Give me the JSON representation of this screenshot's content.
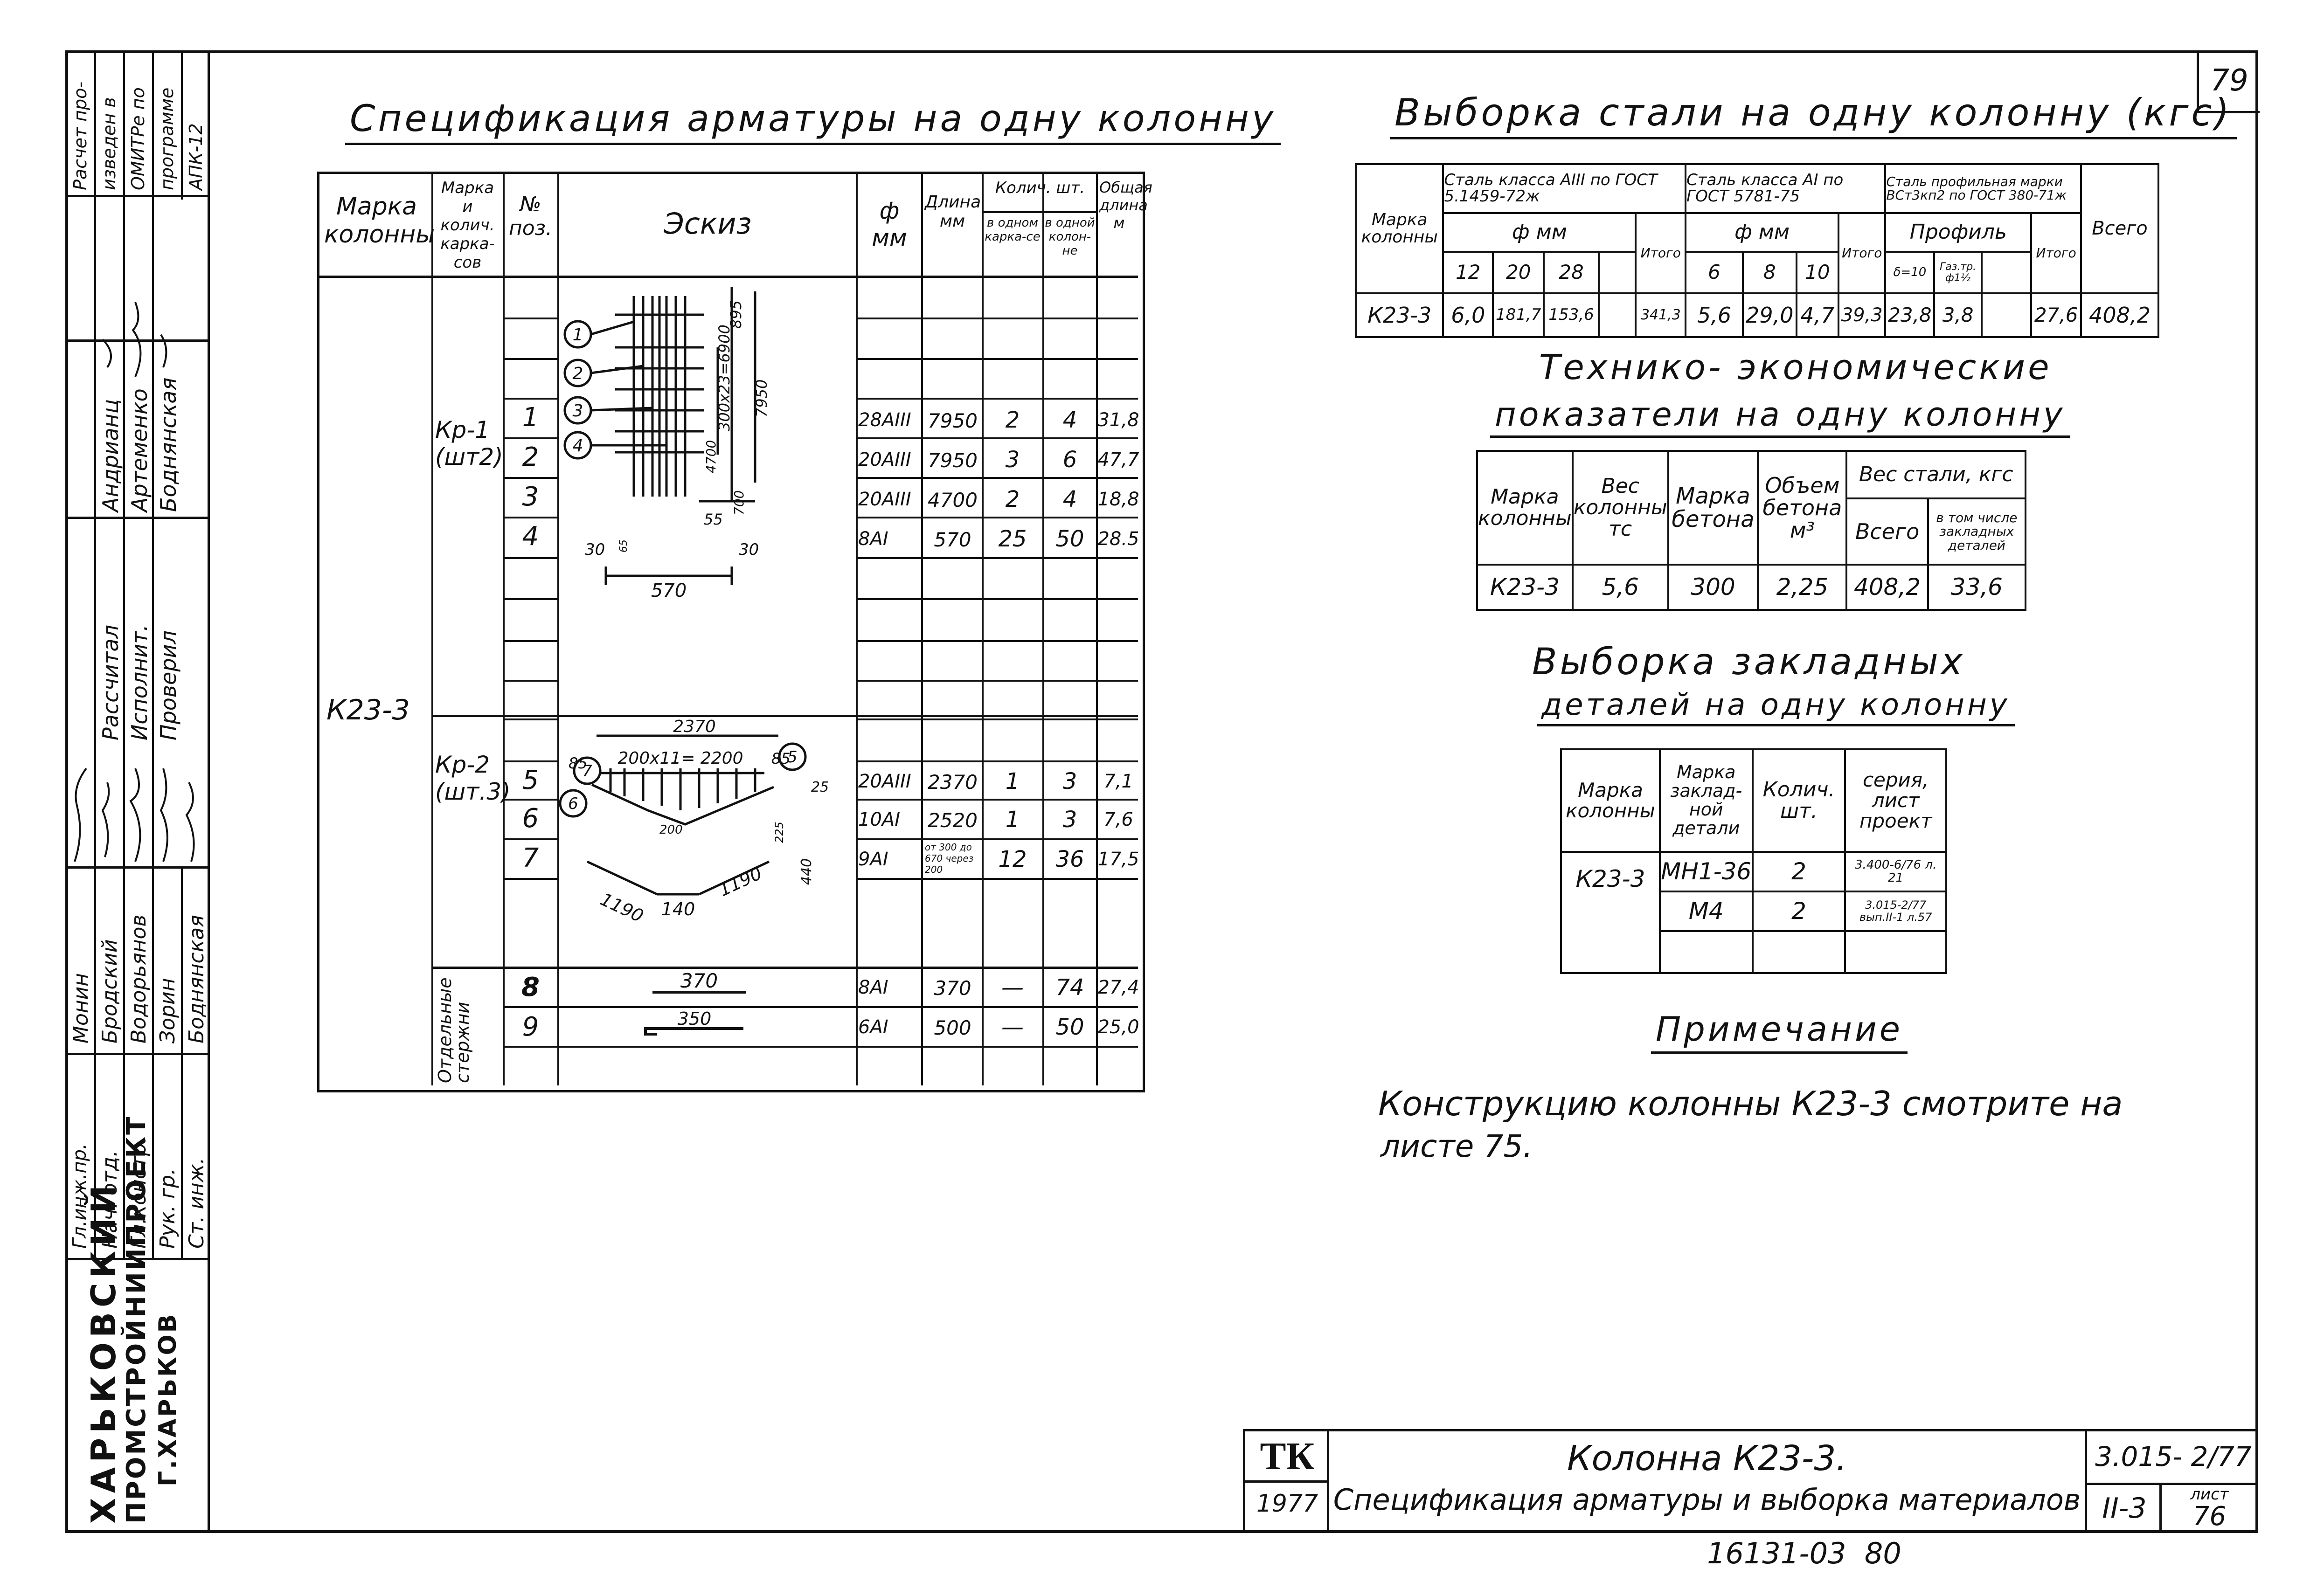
{
  "page_number": "79",
  "bottom_stamp": "16131-03  80",
  "left_block": {
    "org_lines": [
      "ХАРЬКОВСКИЙ",
      "ПРОМСТРОЙНИИПРОЕКТ",
      "Г.ХАРЬКОВ"
    ],
    "calc_note": [
      "Расчет про-",
      "изведен в",
      "ОМИТРе по",
      "программе",
      "АПК-12"
    ],
    "roles": [
      "Гл.инж.пр.",
      "Нач. отд.",
      "Гл.констр.",
      "Рук. гр.",
      "Ст. инж."
    ],
    "role_names": [
      "Монин",
      "Бродский",
      "Водорьянов",
      "Зорин",
      "Боднянская"
    ],
    "roles2": [
      "Рассчитал",
      "Исполнит.",
      "Проверил"
    ],
    "roles2_names": [
      "Андрианц",
      "Артеменко",
      "Боднянская"
    ]
  },
  "spec": {
    "title": "Спецификация арматуры на одну колонну",
    "headers": {
      "mark": "Марка колонны",
      "frame_mark": "Марка и колич. карка-сов",
      "pos": "№ поз.",
      "sketch": "Эскиз",
      "diam": "ф мм",
      "length": "Длина мм",
      "qty": "Колич. шт.",
      "qty_frame": "в одном карка-се",
      "qty_col": "в одной колон-не",
      "total_len": "Общая длина м"
    },
    "column_mark": "К23-3",
    "groups": [
      {
        "name": "Кр-1 (шт2)",
        "rows": [
          {
            "pos": "1",
            "diam": "28АIII",
            "len": "7950",
            "q1": "2",
            "q2": "4",
            "total": "31,8"
          },
          {
            "pos": "2",
            "diam": "20АIII",
            "len": "7950",
            "q1": "3",
            "q2": "6",
            "total": "47,7"
          },
          {
            "pos": "3",
            "diam": "20АIII",
            "len": "4700",
            "q1": "2",
            "q2": "4",
            "total": "18,8"
          },
          {
            "pos": "4",
            "diam": "8АI",
            "len": "570",
            "q1": "25",
            "q2": "50",
            "total": "28.5"
          }
        ]
      },
      {
        "name": "Кр-2 (шт.3)",
        "rows": [
          {
            "pos": "5",
            "diam": "20АIII",
            "len": "2370",
            "q1": "1",
            "q2": "3",
            "total": "7,1"
          },
          {
            "pos": "6",
            "diam": "10АI",
            "len": "2520",
            "q1": "1",
            "q2": "3",
            "total": "7,6"
          },
          {
            "pos": "7",
            "diam": "9АI",
            "len": "от 300 до 670 через 200",
            "q1": "12",
            "q2": "36",
            "total": "17,5"
          }
        ]
      },
      {
        "name": "Отдельные стержни",
        "rows": [
          {
            "pos": "8",
            "diam": "8АI",
            "len": "370",
            "q1": "—",
            "q2": "74",
            "total": "27,4"
          },
          {
            "pos": "9",
            "diam": "6АI",
            "len": "500",
            "q1": "—",
            "q2": "50",
            "total": "25,0"
          }
        ]
      }
    ],
    "sketch1_labels": {
      "dim_top": "895",
      "dim_spacing": "300х23=6900",
      "dim_len": "7950",
      "dim_4700": "4700",
      "dim_700": "700",
      "dim_55": "55",
      "dim_30a": "30",
      "dim_30b": "30",
      "dim_570": "570",
      "small": "65",
      "callouts": [
        "1",
        "2",
        "3",
        "4"
      ]
    },
    "sketch2_labels": {
      "dim_2370": "2370",
      "dim_spacing": "200х11= 2200",
      "dim_85a": "85",
      "dim_85b": "85",
      "dim_25": "25",
      "dim_225": "225",
      "dim_200": "200",
      "dim_440": "440",
      "dim_1190a": "1190",
      "dim_140": "140",
      "dim_1190b": "1190",
      "callouts": [
        "5",
        "7",
        "6"
      ]
    },
    "sketch3_labels": {
      "bar8": "370",
      "bar9": "350"
    }
  },
  "steel": {
    "title": "Выборка стали на одну колонну (кгс)",
    "h_mark": "Марка колонны",
    "h_a3": "Сталь класса АIII по ГОСТ 5.1459-72ж",
    "h_a1": "Сталь класса АI по ГОСТ 5781-75",
    "h_prof": "Сталь профильная марки ВСт3кп2 по ГОСТ 380-71ж",
    "h_dmm": "ф мм",
    "h_dmm2": "ф мм",
    "h_profile": "Профиль",
    "h_itogo": "Итого",
    "h_itogo2": "Итого",
    "h_itogo3": "Итого",
    "h_vsego": "Всего",
    "diams_a3": [
      "12",
      "20",
      "28",
      ""
    ],
    "diams_a1": [
      "6",
      "8",
      "10"
    ],
    "prof": [
      "δ=10",
      "Газ.тр. ф1½",
      ""
    ],
    "row": [
      "К23-3",
      "6,0",
      "181,7",
      "153,6",
      "",
      "341,3",
      "5,6",
      "29,0",
      "4,7",
      "39,3",
      "23,8",
      "3,8",
      "",
      "27,6",
      "408,2"
    ]
  },
  "tech": {
    "title1": "Технико- экономические",
    "title2": "показатели на одну колонну",
    "headers": [
      "Марка колонны",
      "Вес колонны тс",
      "Марка бетона",
      "Объем бетона м³",
      "Вес стали, кгс",
      "Всего",
      "в том числе закладных деталей"
    ],
    "row": [
      "К23-3",
      "5,6",
      "300",
      "2,25",
      "408,2",
      "33,6"
    ]
  },
  "embedded": {
    "title1": "Выборка закладных",
    "title2": "деталей на одну колонну",
    "headers": [
      "Марка колонны",
      "Марка заклад-ной детали",
      "Колич. шт.",
      "серия, лист проект"
    ],
    "mark": "К23-3",
    "rows": [
      {
        "detail": "МН1-36",
        "qty": "2",
        "ref": "3.400-6/76 л. 21"
      },
      {
        "detail": "М4",
        "qty": "2",
        "ref": "3.015-2/77 вып.II-1 л.57"
      }
    ]
  },
  "note": {
    "title": "Примечание",
    "text1": "Конструкцию колонны К23-3 смотрите на",
    "text2": "листе 75."
  },
  "stamp": {
    "tk": "ТК",
    "year": "1977",
    "title1": "Колонна К23-3.",
    "title2": "Спецификация арматуры и выборка материалов",
    "series": "3.015- 2/77",
    "issue": "II-3",
    "sheet_label": "лист",
    "sheet": "76"
  }
}
